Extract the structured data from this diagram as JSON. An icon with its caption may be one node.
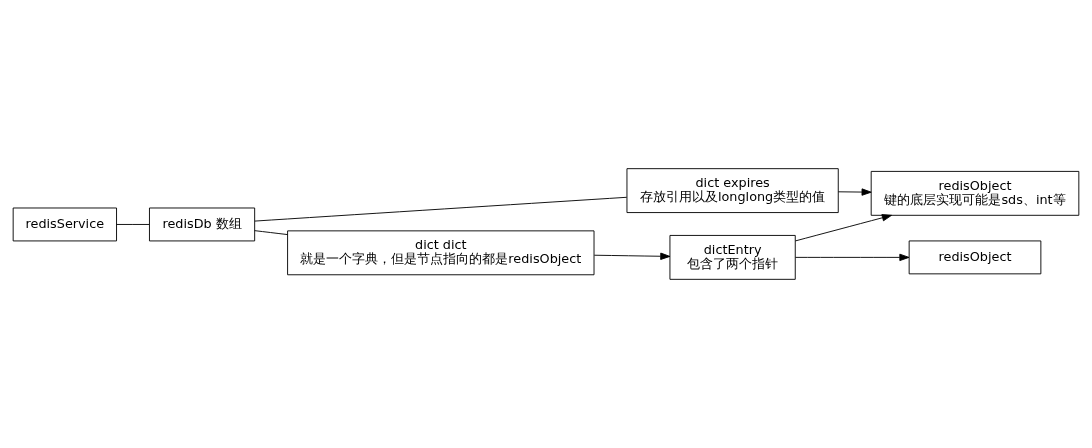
{
  "diagram": {
    "nodes": [
      {
        "text": [
          "redisService"
        ]
      },
      {
        "text": [
          "redisDb 数组"
        ]
      },
      {
        "text": [
          "dict expires",
          "存放引用以及longlong类型的值"
        ]
      },
      {
        "text": [
          "dict dict",
          "就是一个字典，但是节点指向的都是redisObject"
        ]
      },
      {
        "text": [
          "dictEntry",
          "包含了两个指针"
        ]
      },
      {
        "text": [
          "redisObject",
          "键的底层实现可能是sds、int等"
        ]
      },
      {
        "text": [
          "redisObject"
        ]
      }
    ],
    "edges": [
      {
        "from": 0,
        "to": 1,
        "arrow": "none"
      },
      {
        "from": 1,
        "to": 2,
        "arrow": "none"
      },
      {
        "from": 1,
        "to": 3,
        "arrow": "none"
      },
      {
        "from": 2,
        "to": 5,
        "arrow": "to"
      },
      {
        "from": 3,
        "to": 4,
        "arrow": "to"
      },
      {
        "from": 4,
        "to": 5,
        "arrow": "to"
      },
      {
        "from": 4,
        "to": 6,
        "arrow": "to"
      }
    ]
  }
}
